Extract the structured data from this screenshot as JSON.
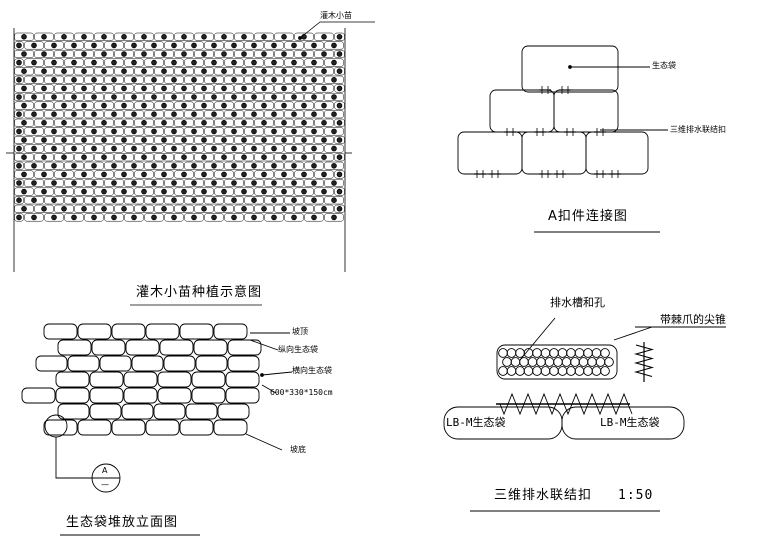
{
  "panel_planting": {
    "title": "灌木小苗种植示意图",
    "label_seedling": "灌木小苗"
  },
  "panel_clip": {
    "title": "A扣件连接图",
    "label_bag": "生态袋",
    "label_joint": "三维排水联结扣"
  },
  "panel_elevation": {
    "title": "生态袋堆放立面图",
    "label_slope_top": "坡顶",
    "label_longitudinal": "纵向生态袋",
    "label_transverse": "横向生态袋",
    "label_size": "600*330*150cm",
    "label_slope_bottom": "坡底",
    "callout_letter": "A",
    "callout_dash": "—"
  },
  "panel_joint": {
    "title": "三维排水联结扣",
    "scale": "1:50",
    "label_drain_hole": "排水槽和孔",
    "label_barbed_cone": "带棘爪的尖锥",
    "label_bag_left": "LB-M生态袋",
    "label_bag_right": "LB-M生态袋"
  }
}
